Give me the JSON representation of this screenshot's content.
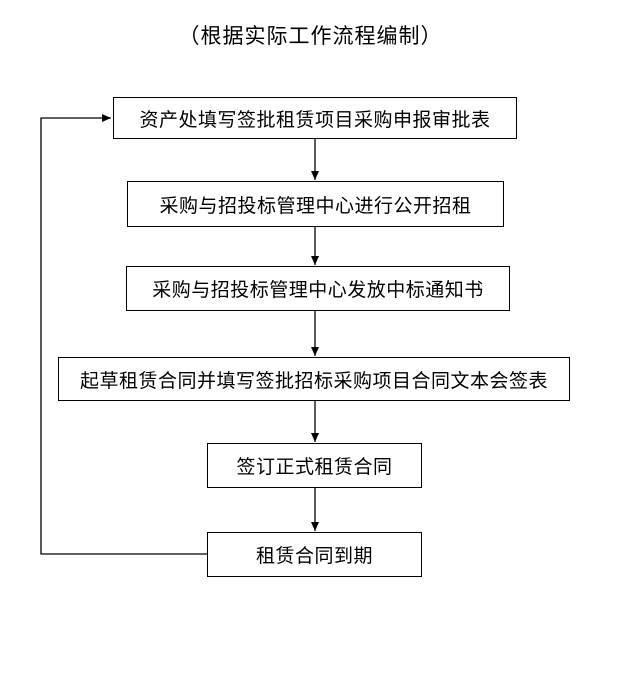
{
  "title": "（根据实际工作流程编制）",
  "flowchart": {
    "boxes": [
      {
        "id": "step-1",
        "label": "资产处填写签批租赁项目采购申报审批表"
      },
      {
        "id": "step-2",
        "label": "采购与招投标管理中心进行公开招租"
      },
      {
        "id": "step-3",
        "label": "采购与招投标管理中心发放中标通知书"
      },
      {
        "id": "step-4",
        "label": "起草租赁合同并填写签批招标采购项目合同文本会签表"
      },
      {
        "id": "step-5",
        "label": "签订正式租赁合同"
      },
      {
        "id": "step-6",
        "label": "租赁合同到期"
      }
    ],
    "connections": [
      {
        "from": "step-1",
        "to": "step-2",
        "style": "arrow-down"
      },
      {
        "from": "step-2",
        "to": "step-3",
        "style": "arrow-down"
      },
      {
        "from": "step-3",
        "to": "step-4",
        "style": "arrow-down"
      },
      {
        "from": "step-4",
        "to": "step-5",
        "style": "arrow-down"
      },
      {
        "from": "step-5",
        "to": "step-6",
        "style": "arrow-down"
      },
      {
        "from": "step-6",
        "to": "step-1",
        "style": "loop-left-up"
      }
    ],
    "colors": {
      "line": "#000000",
      "box_border": "#000000",
      "text": "#000000",
      "background": "#ffffff"
    }
  }
}
